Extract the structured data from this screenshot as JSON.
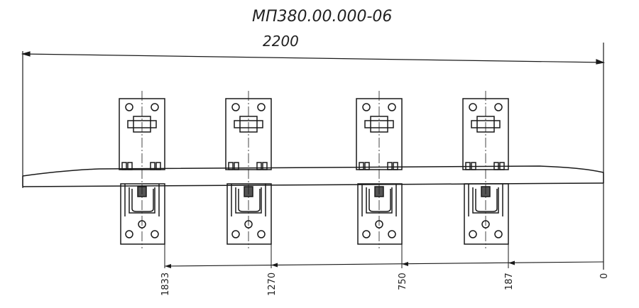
{
  "drawing": {
    "designation": "МП380.00.000-06",
    "overall_length": "2200",
    "bracket_positions": [
      "1833",
      "1270",
      "750",
      "187",
      "0"
    ]
  },
  "colors": {
    "line": "#1a1a1a",
    "paper": "#ffffff"
  }
}
